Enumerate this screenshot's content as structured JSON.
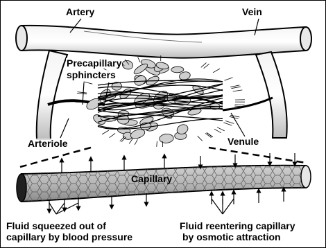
{
  "labels": {
    "artery": "Artery",
    "vein": "Vein",
    "precapillary_line1": "Precapillary",
    "precapillary_line2": "sphincters",
    "arteriole": "Arteriole",
    "venule": "Venule",
    "capillary": "Capillary",
    "fluid_out_line1": "Fluid squeezed out of",
    "fluid_out_line2": "capillary by blood pressure",
    "fluid_in_line1": "Fluid reentering capillary",
    "fluid_in_line2": "by osmotic attraction"
  },
  "colors": {
    "ink": "#000000",
    "vessel_shade": "#d8d8d8",
    "capillary_fill": "#b9b9b9",
    "cell_fill": "#cfcfcf",
    "background": "#ffffff"
  }
}
